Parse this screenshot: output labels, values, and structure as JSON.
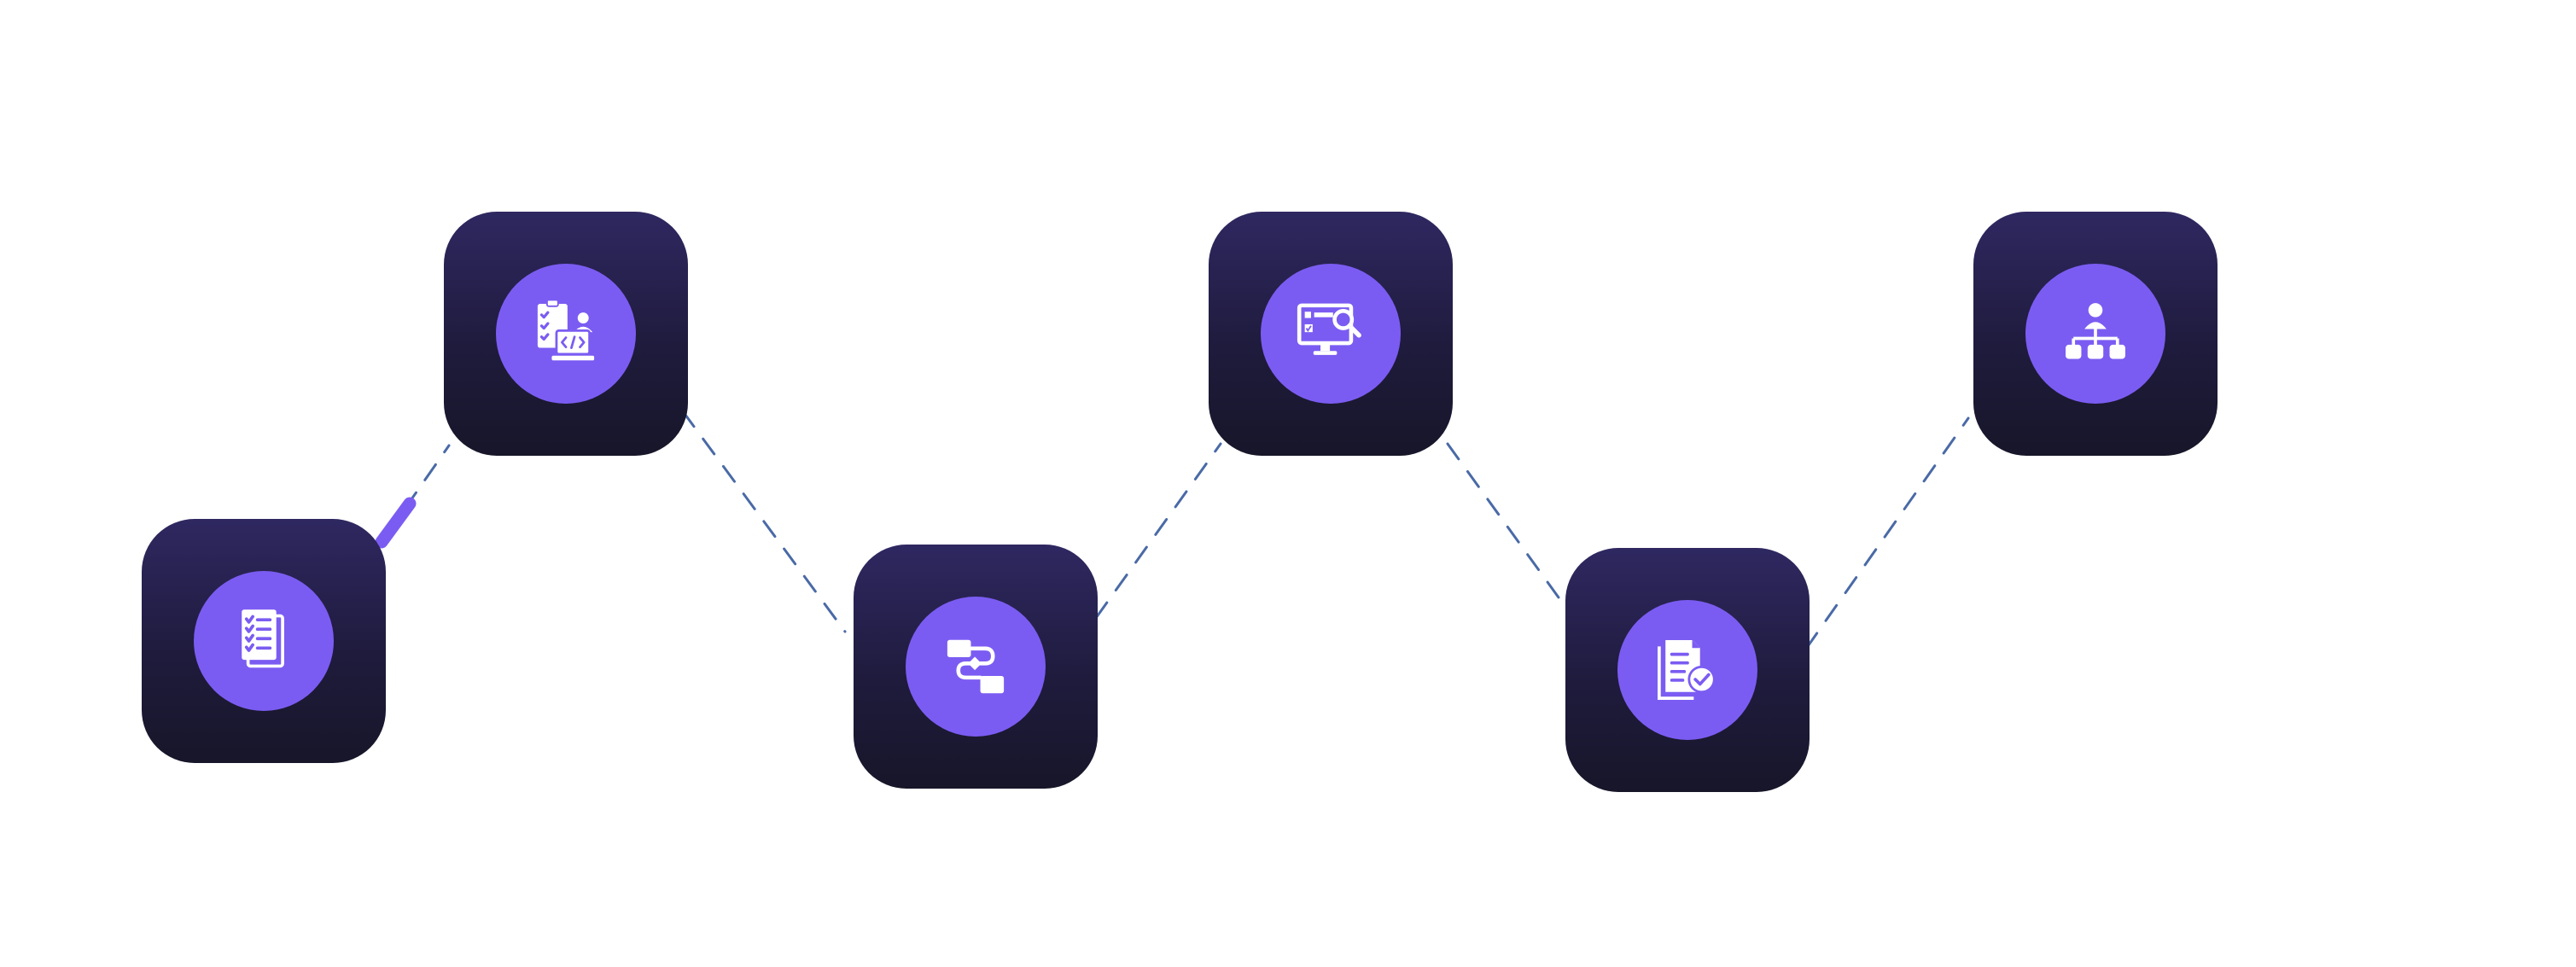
{
  "diagram": {
    "steps": [
      {
        "id": 1,
        "icon": "checklist-document-icon"
      },
      {
        "id": 2,
        "icon": "code-review-clipboard-icon"
      },
      {
        "id": 3,
        "icon": "workflow-process-icon"
      },
      {
        "id": 4,
        "icon": "monitor-search-analysis-icon"
      },
      {
        "id": 5,
        "icon": "document-approved-icon"
      },
      {
        "id": 6,
        "icon": "organization-hierarchy-icon"
      }
    ],
    "connectors": [
      {
        "from": 1,
        "to": 2,
        "style": "dashed",
        "highlighted_segment": true
      },
      {
        "from": 2,
        "to": 3,
        "style": "dashed"
      },
      {
        "from": 3,
        "to": 4,
        "style": "dashed"
      },
      {
        "from": 4,
        "to": 5,
        "style": "dashed"
      },
      {
        "from": 5,
        "to": 6,
        "style": "dashed"
      }
    ],
    "colors": {
      "tile_top": "#2f2861",
      "tile_bottom": "#171629",
      "icon_disc": "#7b5cf2",
      "icon_glyph": "#ffffff",
      "connector": "#4a6aa6",
      "connector_highlight": "#7b5cf2",
      "background": "#ffffff"
    }
  }
}
